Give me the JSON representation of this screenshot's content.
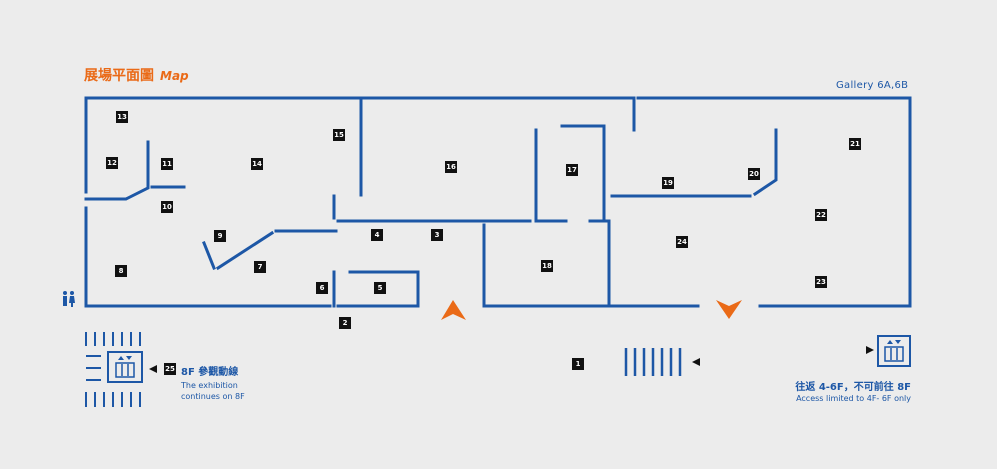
{
  "title": {
    "cn": "展場平面圖",
    "en": "Map"
  },
  "gallery_label": "Gallery  6A,6B",
  "rooms": [
    "1",
    "2",
    "3",
    "4",
    "5",
    "6",
    "7",
    "8",
    "9",
    "10",
    "11",
    "12",
    "13",
    "14",
    "15",
    "16",
    "17",
    "18",
    "19",
    "20",
    "21",
    "22",
    "23",
    "24",
    "25"
  ],
  "notes": {
    "left_cn": "8F 參觀動線",
    "left_en_1": "The exhibition",
    "left_en_2": "continues on 8F",
    "right_cn": "往返 4-6F，不可前往 8F",
    "right_en": "Access limited to 4F- 6F only"
  },
  "icons": [
    "restroom-icon",
    "elevator-icon",
    "stairs-icon",
    "entrance-arrow-icon",
    "exit-arrow-icon"
  ],
  "colors": {
    "wall": "#1d57a6",
    "accent": "#ea6a17",
    "background": "#ececec",
    "label_box": "#111111"
  }
}
